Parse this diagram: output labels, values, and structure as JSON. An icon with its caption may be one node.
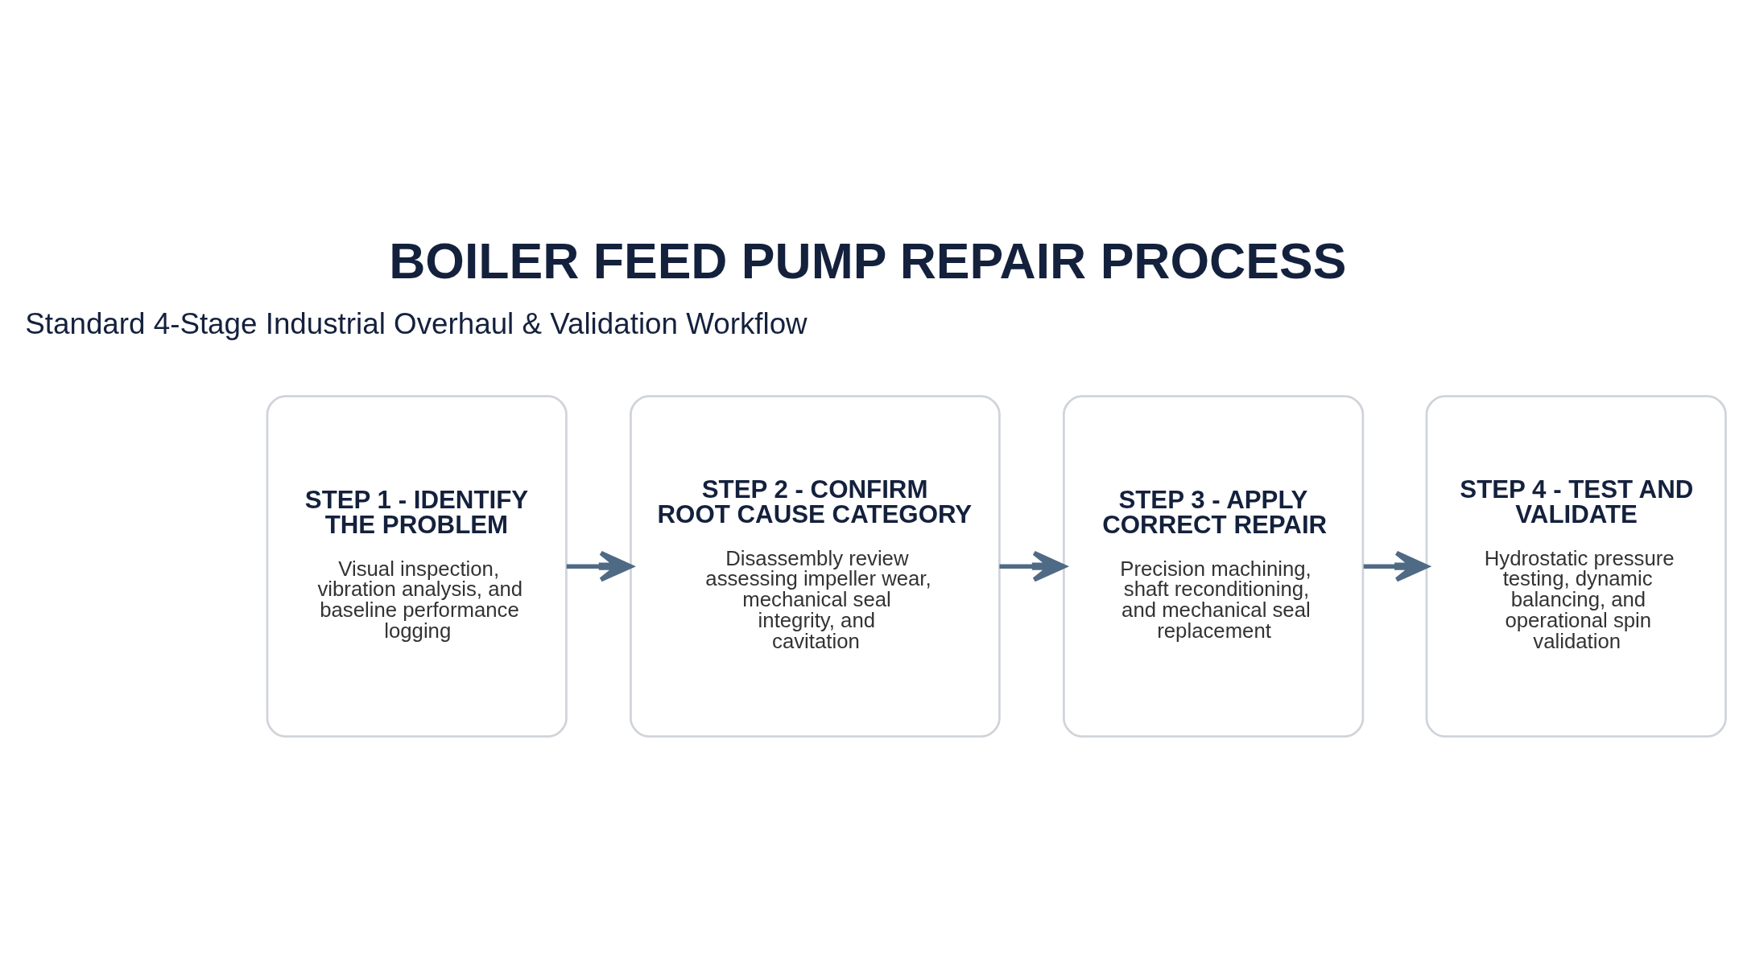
{
  "diagram": {
    "title": "BOILER FEED PUMP REPAIR PROCESS",
    "nodes": [
      {
        "text": [
          "STEP 1 - IDENTIFY THE PROBLEM",
          "Visual inspection, vibration analysis, and baseline performance logging"
        ]
      },
      {
        "text": [
          "STEP 2 - CONFIRM ROOT CAUSE CATEGORY",
          "Disassembly review assessing impeller wear, mechanical seal integrity, and cavitation"
        ]
      },
      {
        "text": [
          "STEP 3 - APPLY CORRECT REPAIR",
          "Precision machining, shaft reconditioning, and mechanical seal replacement"
        ]
      },
      {
        "text": [
          "STEP 4 - TEST AND VALIDATE",
          "Hydrostatic pressure testing, dynamic balancing, and operational spin validation"
        ]
      }
    ],
    "edges": [
      {
        "from": 0,
        "to": 1,
        "arrow": "to"
      },
      {
        "from": 1,
        "to": 2,
        "arrow": "to"
      },
      {
        "from": 2,
        "to": 3,
        "arrow": "to"
      }
    ],
    "labels": [
      "Standard 4-Stage Industrial Overhaul & Validation Workflow"
    ]
  }
}
